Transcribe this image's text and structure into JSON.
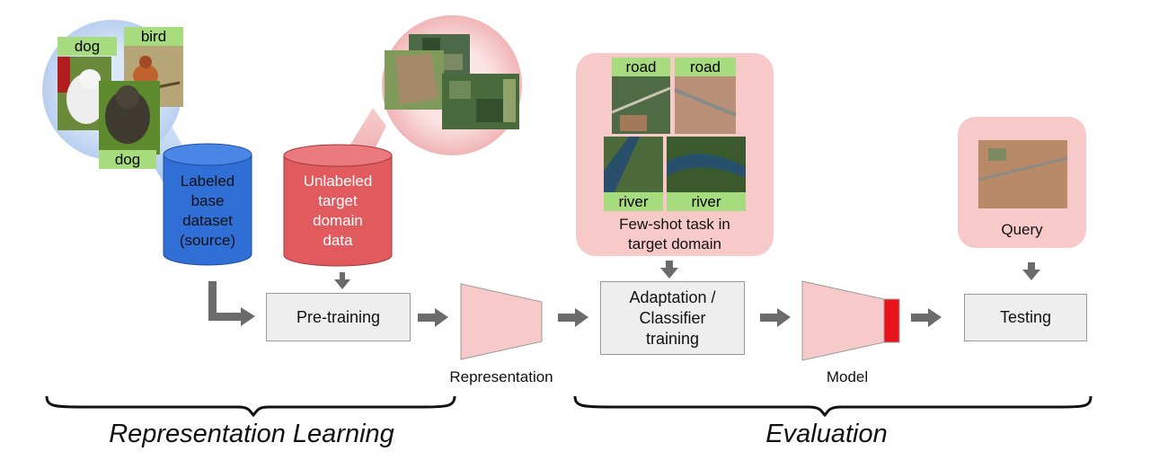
{
  "source_images": {
    "labels": [
      "dog",
      "bird",
      "dog"
    ]
  },
  "labeled_dataset": {
    "lines": [
      "Labeled",
      "base",
      "dataset",
      "(source)"
    ],
    "color": "#2f6fd6"
  },
  "unlabeled_dataset": {
    "lines": [
      "Unlabeled",
      "target",
      "domain",
      "data"
    ],
    "color": "#e05a5e"
  },
  "pretraining": {
    "label": "Pre-training"
  },
  "representation": {
    "label": "Representation"
  },
  "fewshot": {
    "labels": [
      "road",
      "road",
      "river",
      "river"
    ],
    "caption_lines": [
      "Few-shot task in",
      "target domain"
    ]
  },
  "adaptation": {
    "lines": [
      "Adaptation /",
      "Classifier",
      "training"
    ]
  },
  "model": {
    "label": "Model",
    "head_color": "#e8141b"
  },
  "query": {
    "label": "Query"
  },
  "testing": {
    "label": "Testing"
  },
  "phases": {
    "left": "Representation Learning",
    "right": "Evaluation"
  },
  "colors": {
    "pink": "#f7c9c9",
    "arrow": "#6b6b6b",
    "trapezoid": "#f7c9c9"
  }
}
